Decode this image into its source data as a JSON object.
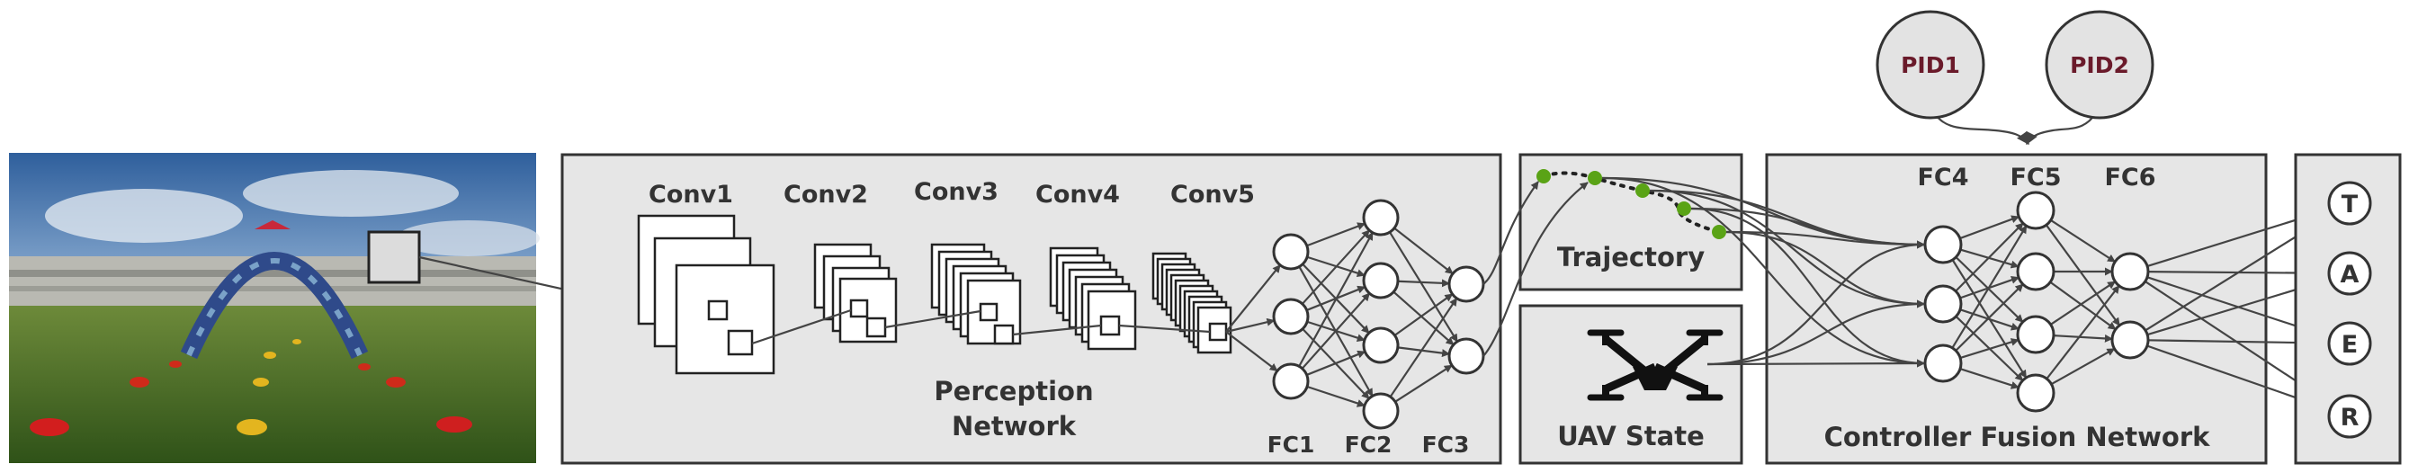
{
  "perception": {
    "title_line1": "Perception",
    "title_line2": "Network",
    "conv_labels": [
      "Conv1",
      "Conv2",
      "Conv3",
      "Conv4",
      "Conv5"
    ],
    "fc_labels": [
      "FC1",
      "FC2",
      "FC3"
    ]
  },
  "trajectory": {
    "title": "Trajectory"
  },
  "uav_state": {
    "title": "UAV State"
  },
  "pid": {
    "labels": [
      "PID1",
      "PID2"
    ]
  },
  "fusion": {
    "title": "Controller Fusion Network",
    "fc_labels": [
      "FC4",
      "FC5",
      "FC6"
    ]
  },
  "outputs": {
    "labels": [
      "T",
      "A",
      "E",
      "R"
    ]
  },
  "colors": {
    "panel": "#e6e6e6",
    "waypoint": "#5aa316",
    "pid_label": "#6a1a2a"
  }
}
